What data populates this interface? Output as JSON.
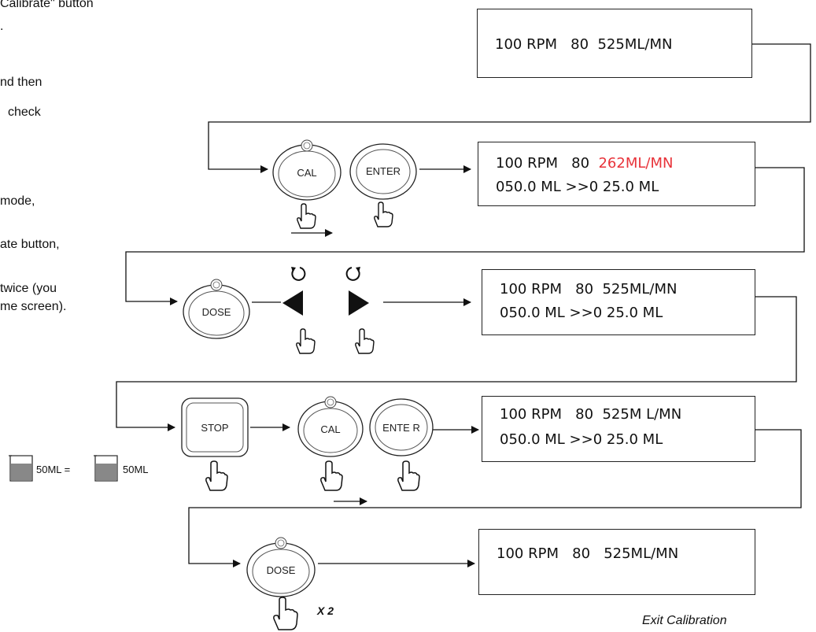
{
  "left_text": [
    "Calibrate\" button",
    ".",
    "nd then",
    "check",
    "mode,",
    "ate button,",
    "twice (you",
    "me screen)."
  ],
  "displays": [
    {
      "line1_a": "100 RPM   80  525ML/MN",
      "line1_b": "",
      "line2": ""
    },
    {
      "line1_a": "100 RPM   80  ",
      "line1_b": "262ML/MN",
      "line2": "050.0 ML >>0 25.0 ML"
    },
    {
      "line1_a": "100 RPM   80  525ML/MN",
      "line1_b": "",
      "line2": "050.0 ML >>0 25.0 ML"
    },
    {
      "line1_a": "100 RPM   80  525M L/MN",
      "line1_b": "",
      "line2": "050.0 ML >>0 25.0 ML"
    },
    {
      "line1_a": "100 RPM   80   525ML/MN",
      "line1_b": "",
      "line2": ""
    }
  ],
  "buttons": {
    "cal": "CAL",
    "enter": "ENTER",
    "enter_alt": "ENTE R",
    "dose": "DOSE",
    "stop": "STOP"
  },
  "beaker": {
    "left": "50ML =",
    "right": "50ML"
  },
  "repeat": "X 2",
  "exit_label": "Exit Calibration",
  "colors": {
    "highlight": "#e8333a"
  }
}
